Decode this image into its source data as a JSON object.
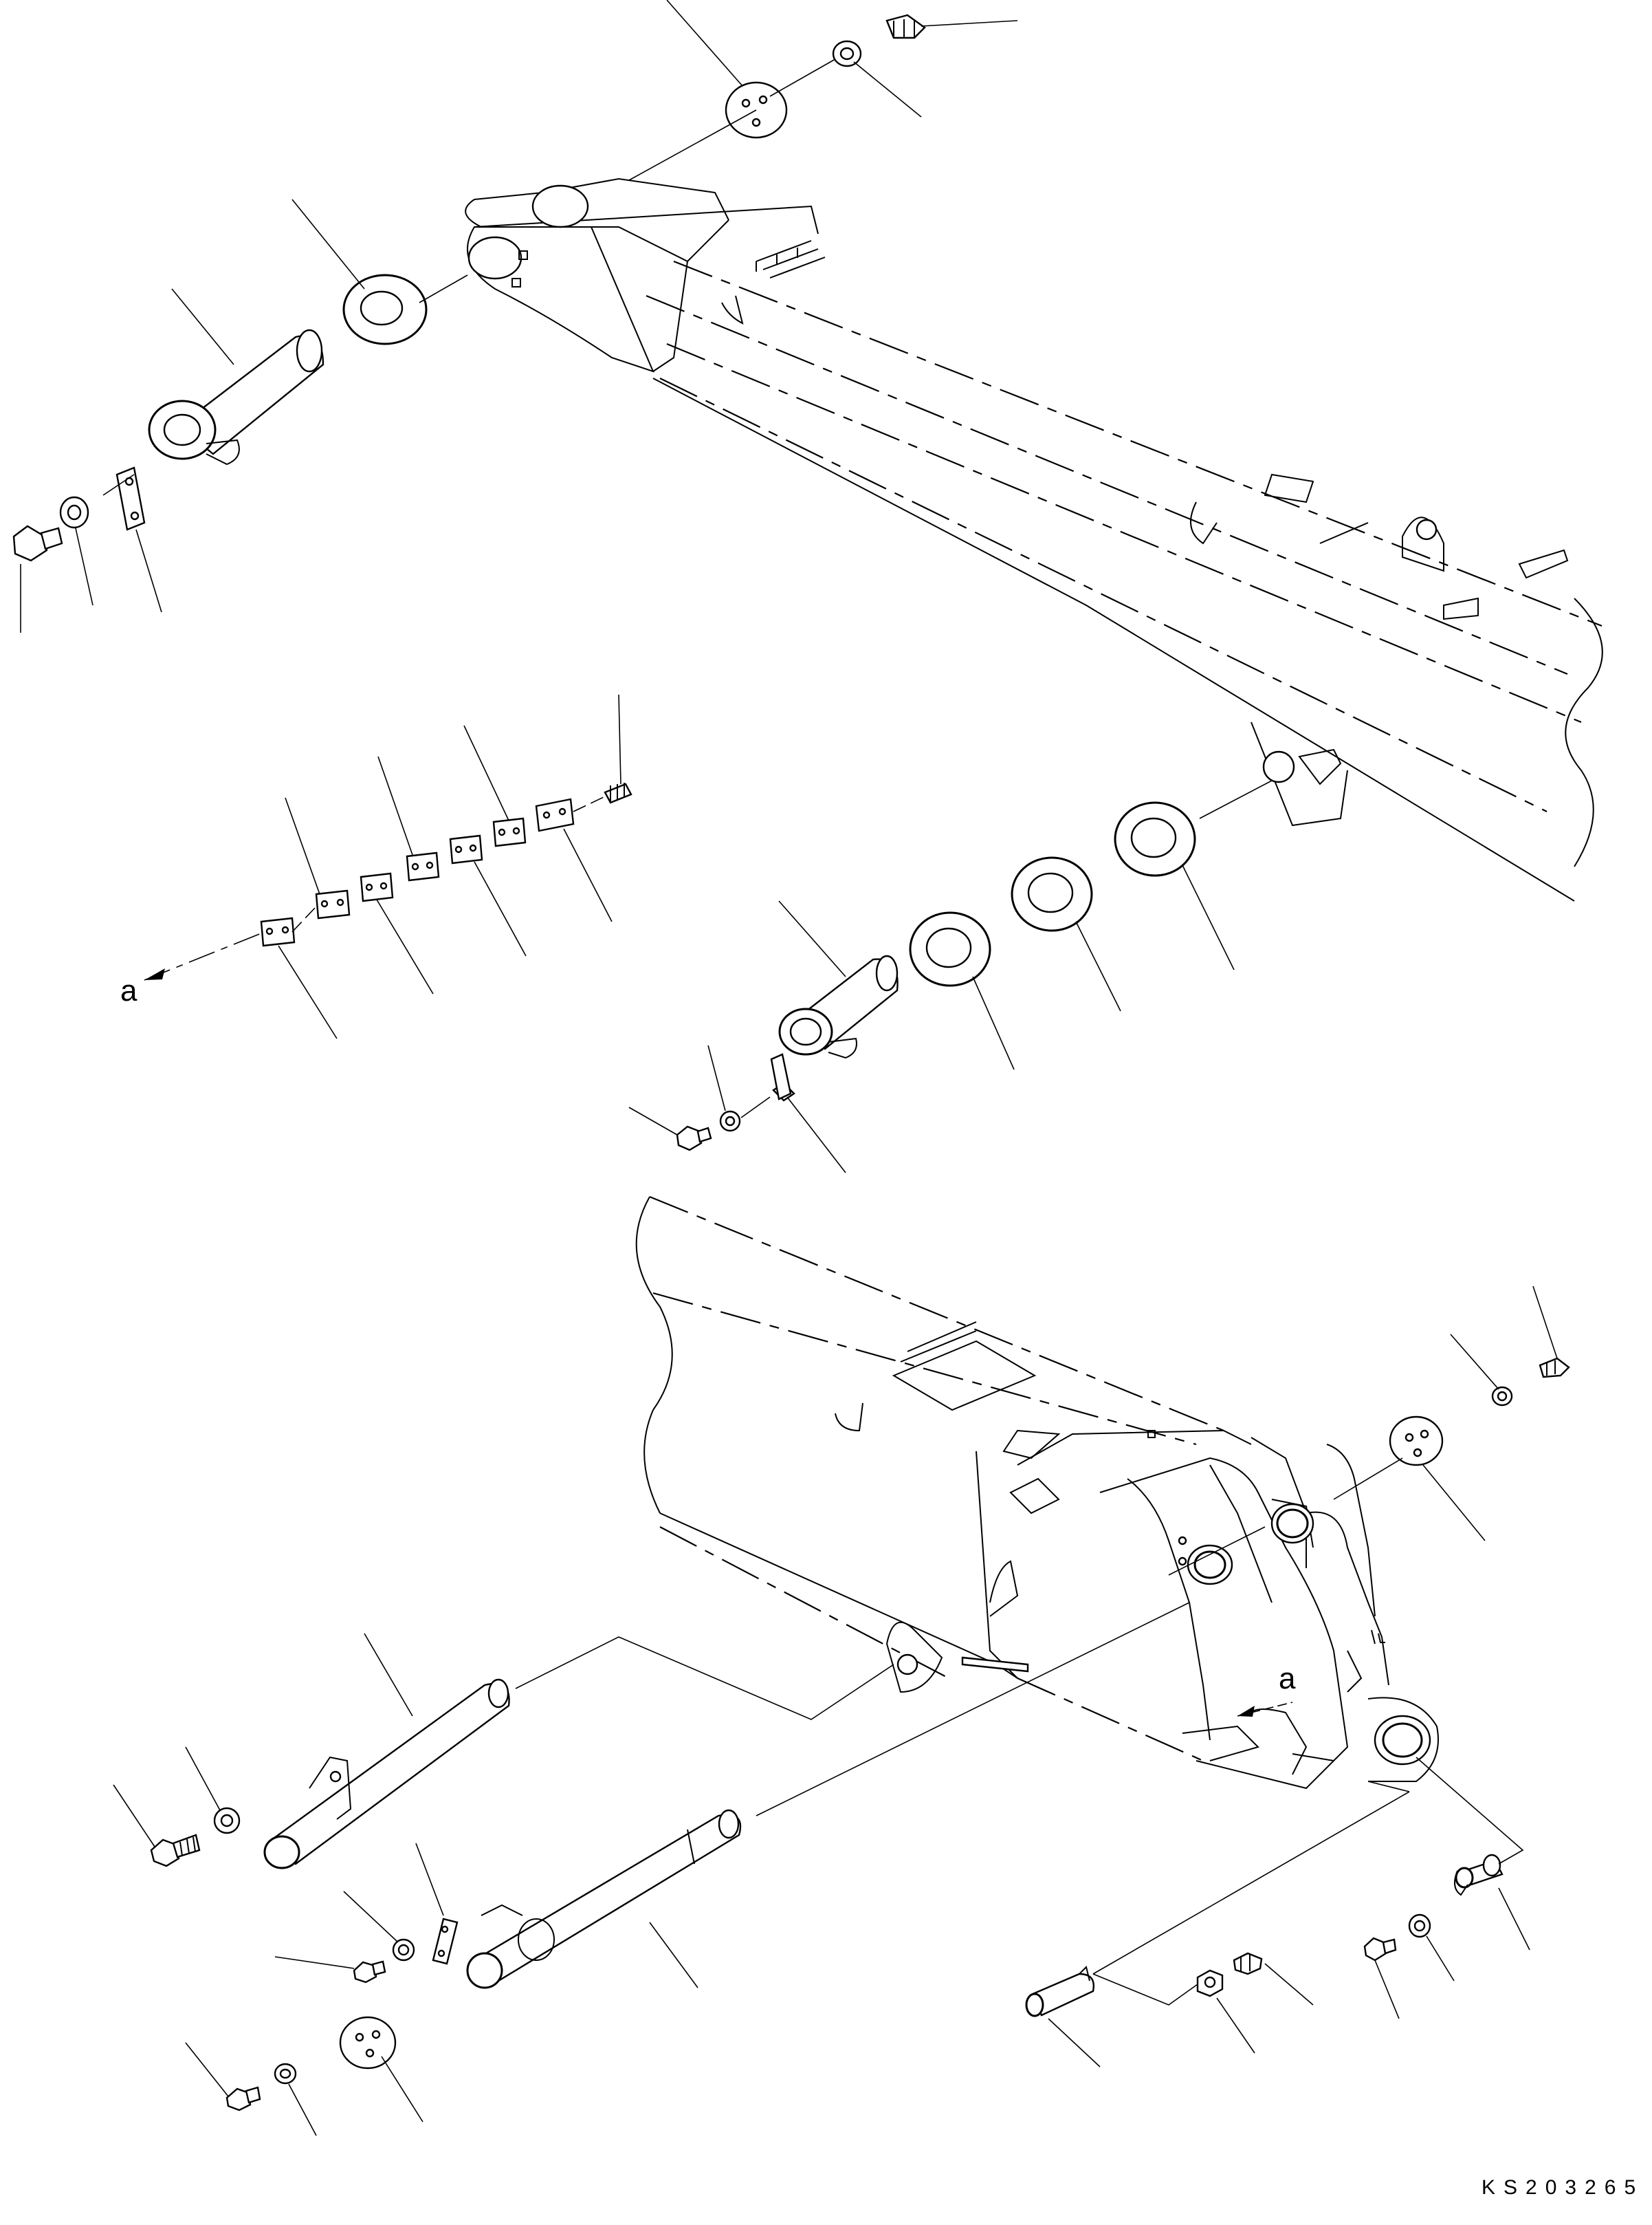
{
  "drawing": {
    "code": "KS203265",
    "view_markers": [
      "a",
      "a"
    ]
  }
}
